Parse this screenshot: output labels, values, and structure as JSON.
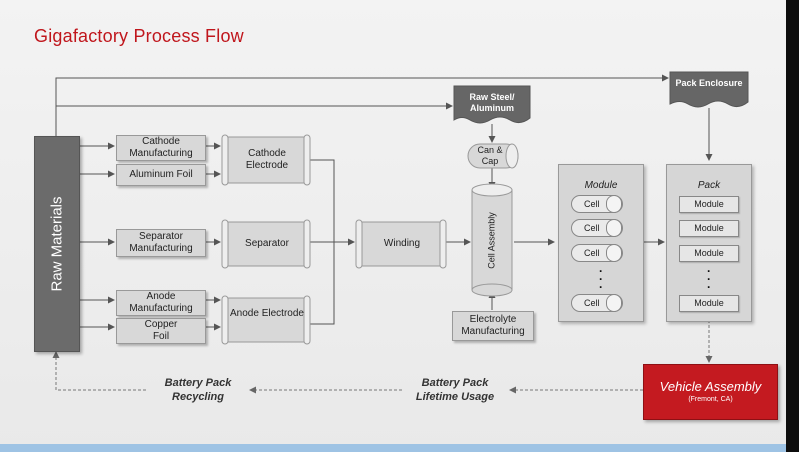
{
  "title": "Gigafactory Process Flow",
  "raw_materials": "Raw Materials",
  "left_column": {
    "cathode_mfg": "Cathode Manufacturing",
    "aluminum_foil": "Aluminum Foil",
    "separator_mfg": "Separator Manufacturing",
    "anode_mfg": "Anode Manufacturing",
    "copper_foil": "Copper Foil"
  },
  "scrolls": {
    "cathode_electrode": "Cathode Electrode",
    "separator": "Separator",
    "anode_electrode": "Anode Electrode",
    "winding": "Winding"
  },
  "banners": {
    "raw_steel": "Raw Steel/ Aluminum",
    "pack_enclosure": "Pack Enclosure"
  },
  "can_cap": "Can & Cap",
  "cell_assembly": "Cell Assembly",
  "electrolyte": "Electrolyte Manufacturing",
  "module_panel": {
    "title": "Module",
    "cells": [
      "Cell",
      "Cell",
      "Cell",
      "Cell"
    ]
  },
  "pack_panel": {
    "title": "Pack",
    "modules": [
      "Module",
      "Module",
      "Module",
      "Module"
    ]
  },
  "vehicle": {
    "title": "Vehicle Assembly",
    "location": "(Fremont, CA)"
  },
  "bottom": {
    "lifetime": "Battery Pack Lifetime Usage",
    "recycling": "Battery Pack Recycling"
  },
  "colors": {
    "title_red": "#c0161c",
    "vehicle_red": "#c41a20",
    "raw_gray": "#6b6b6b",
    "bottom_bar": "#9ec3e4"
  }
}
